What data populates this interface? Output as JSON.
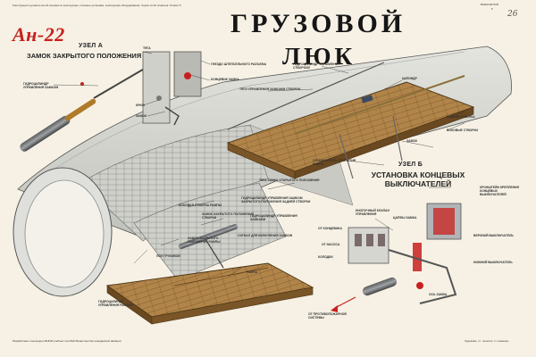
{
  "header": {
    "info_line_1": "Конструкция грузового Ан-22 (элементы конструкции, силовые установки, конструкция оборудования). Серия из 32 плакатов. Плакат 5",
    "sheet_code": "ВСЕМ-МОТОР",
    "sheet_number": "5",
    "handwritten_number": "26"
  },
  "logo": "Ан-22",
  "title": {
    "line1": "ГРУЗОВОЙ",
    "line2": "ЛЮК"
  },
  "node_a": {
    "label": "УЗЕЛ А",
    "caption": "ЗАМОК ЗАКРЫТОГО ПОЛОЖЕНИЯ РАМПЫ"
  },
  "node_b": {
    "label": "УЗЕЛ Б",
    "caption_line1": "УСТАНОВКА КОНЦЕВЫХ",
    "caption_line2": "ВЫКЛЮЧАТЕЛЕЙ"
  },
  "callouts": {
    "c1": "ТЯГА",
    "c2": "ГНЕЗДО ШТЕПСЕЛЬНОГО РАЗЪЕМА",
    "c3": "КОНЦЕВИК ЗАМКА",
    "c4": "ГИДРОЦИЛИНДР УПРАВЛЕНИЯ ЗАМКОМ",
    "c5": "КРЮК",
    "c6": "ЗАМОК",
    "c7": "ГИДРОЦИЛИНДР УПРАВЛЕНИЯ СТВОРКОЙ",
    "c8": "ТЯГИ УПРАВЛЕНИЯ ЗАМКАМИ СТВОРОК",
    "c9": "ЦИЛИНДР",
    "c10": "ЗАДНЯЯ СТВОРКА",
    "c11": "БОКОВЫЕ СТВОРКИ",
    "c12": "ЗАМОК",
    "c13": "ОГРАНИЧИТЕЛЬ ОТКРЫТИЯ РАМПЫ",
    "c14": "ТЯГА ЗАМКА ОТКРЫТОГО ПОЛОЖЕНИЯ",
    "c15": "ЗАМОК ЗАКРЫТОГО ПОЛОЖЕНИЯ СТВОРКИ",
    "c16": "ГИДРОЦИЛИНДР УПРАВЛЕНИЯ ЗАМКАМИ",
    "c17": "ГИДРОЦИЛИНДР УПРАВЛЕНИЯ ЗАМКОМ ЗАКРЫТОГО ПОЛОЖЕНИЯ ЗАДНЕЙ СТВОРКИ",
    "c18": "БОКОВАЯ СТВОРКА РАМПЫ",
    "c19": "СИГНАЛ ДЛЯ ВКЛЮЧЕНИЯ ЗАМКОВ",
    "c20": "ЗАМОК ЗАКРЫТОГО ПОЛОЖЕНИЯ РАМПЫ",
    "c21": "ПОЛ ГРУЗОВОЙ",
    "c22": "ГИДРОЦИЛИНДР УПРАВЛЕНИЯ РАМПОЙ",
    "c23": "РАМПА",
    "c24": "ОТ ПРОТИВОПОЖАРНОЙ СИСТЕМЫ",
    "c25": "ОТ КОНЦЕВИКА",
    "c26": "КОЛОДКИ",
    "c27": "ЦАПФЫ ЗАМКА",
    "c28": "КРОНШТЕЙН КРЕПЛЕНИЯ КОНЦЕВЫХ ВЫКЛЮЧАТЕЛЕЙ",
    "c29": "КНОПОЧНЫЙ КЛАПАН УПРАВЛЕНИЯ",
    "c30": "ОТ НАСОСА",
    "c31": "ВЕРХНИЙ ВЫКЛЮЧАТЕЛЬ",
    "c32": "НИЖНИЙ ВЫКЛЮЧАТЕЛЬ",
    "c33": "ОСЬ ЗАМКА"
  },
  "footer": {
    "left": "Разработано и выпущено ВНИИ учебных пособий Министерства гражданской авиации",
    "right": "Художник, гл. технолог, ст. инженер"
  },
  "colors": {
    "background": "#f6f1e4",
    "accent_red": "#c8201e",
    "wood_floor": "#a47a3c",
    "fuselage_skin": "#d4d5cf",
    "frame_gray": "#7a7d80"
  }
}
